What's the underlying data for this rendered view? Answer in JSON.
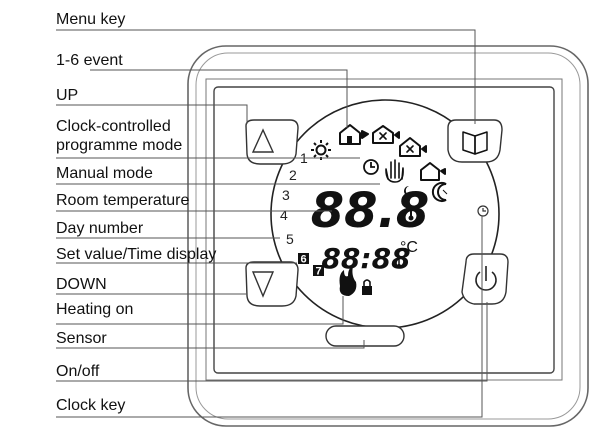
{
  "labels": {
    "menu_key": "Menu key",
    "event": "1-6 event",
    "up": "UP",
    "clock_prog_1": "Clock-controlled",
    "clock_prog_2": "programme mode",
    "manual_mode": "Manual mode",
    "room_temp": "Room temperature",
    "day_number": "Day number",
    "set_value": "Set value/Time display",
    "down": "DOWN",
    "heating_on": "Heating on",
    "sensor": "Sensor",
    "on_off": "On/off",
    "clock_key": "Clock key"
  },
  "display": {
    "main_digits": "88.8",
    "small_digits": "88:88",
    "temp_unit": "°C",
    "event_numbers": [
      "1",
      "2",
      "3",
      "4",
      "5"
    ],
    "day_boxes": [
      "6",
      "7"
    ]
  }
}
